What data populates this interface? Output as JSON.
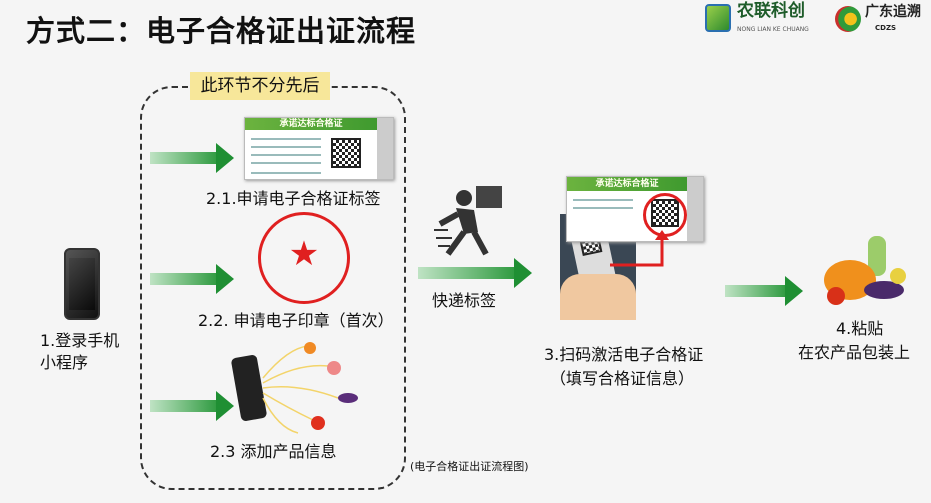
{
  "title": "方式二：电子合格证出证流程",
  "logos": {
    "nonglian": {
      "name": "农联科创",
      "subtitle": "NONG LIAN KE CHUANG"
    },
    "cdzs": {
      "name": "广东追溯",
      "subtitle": "CDZS"
    }
  },
  "group_label": "此环节不分先后",
  "steps": {
    "step1": {
      "line1": "1.登录手机",
      "line2": "小程序"
    },
    "step2_1": "2.1.申请电子合格证标签",
    "step2_2": "2.2. 申请电子印章（首次）",
    "step2_3": "2.3 添加产品信息",
    "courier": "快递标签",
    "step3": {
      "line1": "3.扫码激活电子合格证",
      "line2": "（填写合格证信息）"
    },
    "step4": {
      "line1": "4.粘贴",
      "line2": "在农产品包装上"
    }
  },
  "label_card_header": "承诺达标合格证",
  "caption": "(电子合格证出证流程图)",
  "colors": {
    "arrow": "#1f8f33",
    "pill": "#f7e79a",
    "stamp": "#e02020",
    "card_header": "#4fa536"
  }
}
